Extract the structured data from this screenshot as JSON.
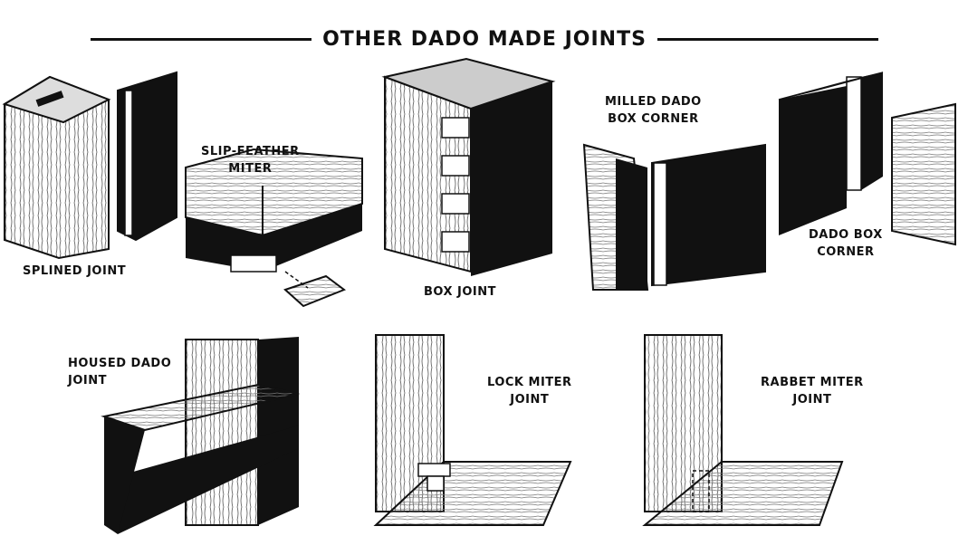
{
  "title": "OTHER DADO MADE JOINTS",
  "labels": {
    "splined_joint": "SPLINED JOINT",
    "slip_feather_miter_1": "SLIP-FEATHER",
    "slip_feather_miter_2": "MITER",
    "box_joint": "BOX JOINT",
    "milled_dado_1": "MILLED DADO",
    "milled_dado_2": "BOX CORNER",
    "dado_box_corner_1": "DADO BOX",
    "dado_box_corner_2": "CORNER",
    "housed_dado_1": "HOUSED DADO",
    "housed_dado_2": "JOINT",
    "lock_miter_1": "LOCK MITER",
    "lock_miter_2": "JOINT",
    "rabbet_miter_1": "RABBET MITER",
    "rabbet_miter_2": "JOINT"
  },
  "colors": {
    "ink": "#111111",
    "paper": "#ffffff",
    "grain": "#555555"
  }
}
